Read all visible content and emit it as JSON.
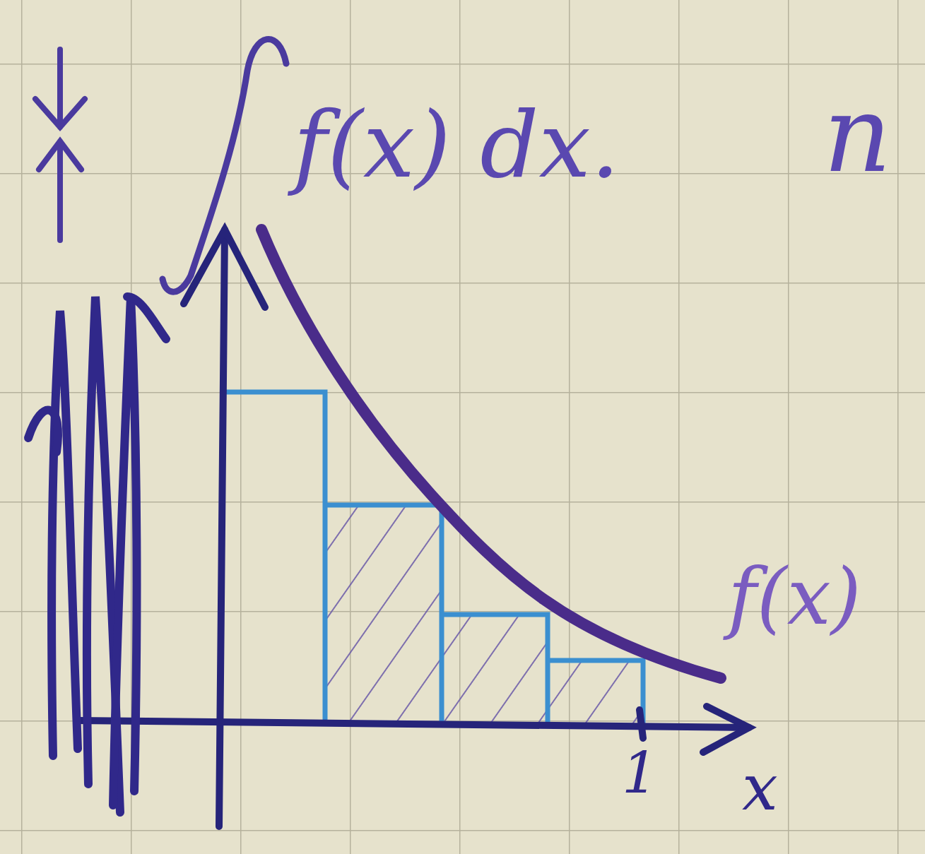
{
  "diagram": {
    "labels": [
      "f(x) dx.",
      "n",
      "f(x)",
      "1",
      "x"
    ]
  }
}
